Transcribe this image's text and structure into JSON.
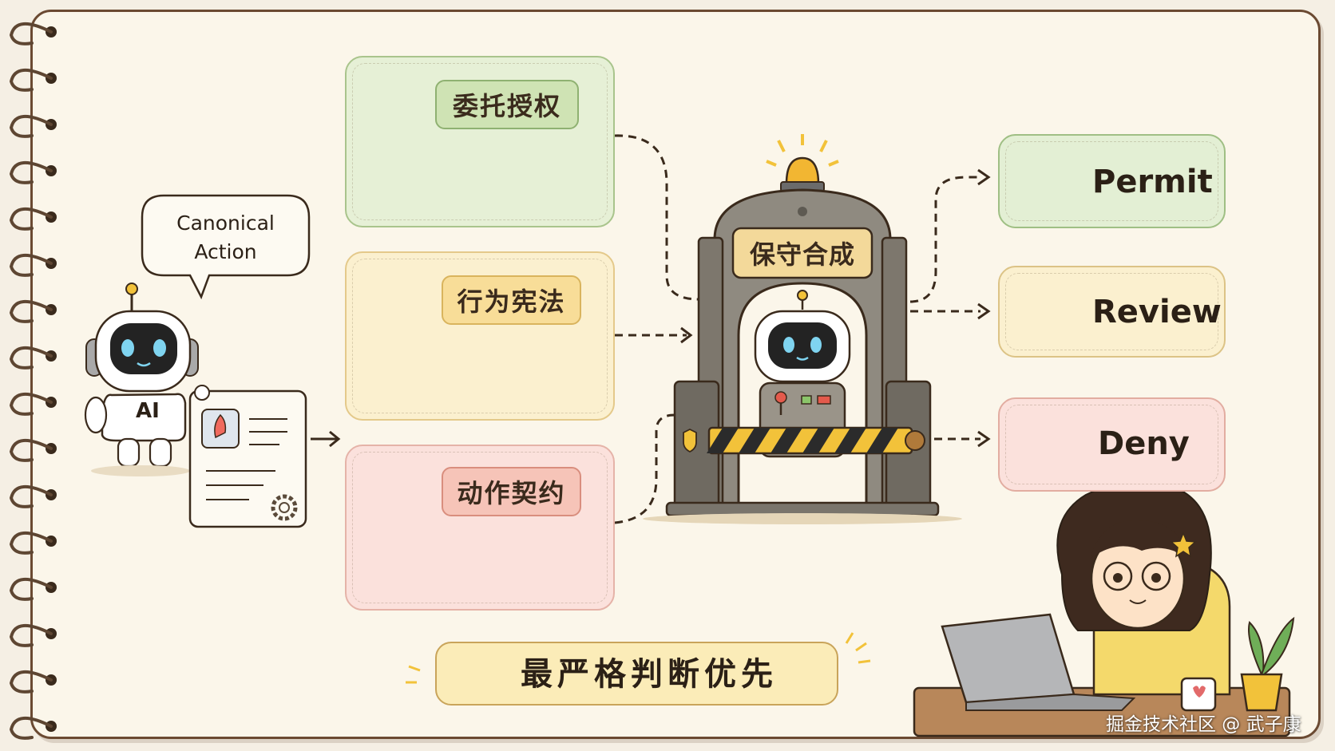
{
  "bubble": {
    "line1": "Canonical",
    "line2": "Action"
  },
  "robot": {
    "label": "AI"
  },
  "policies": [
    {
      "label": "委托授权",
      "fill": "#e6f0d6",
      "border": "#a9c48c",
      "tag_fill": "#cfe3b4",
      "tag_border": "#8fb171"
    },
    {
      "label": "行为宪法",
      "fill": "#fbf0cf",
      "border": "#e4c98a",
      "tag_fill": "#f8dd98",
      "tag_border": "#d9b45d"
    },
    {
      "label": "动作契约",
      "fill": "#fbe1dc",
      "border": "#e5b3a8",
      "tag_fill": "#f6c4b8",
      "tag_border": "#d98e7e"
    }
  ],
  "gate": {
    "sign": "保守合成"
  },
  "outcomes": [
    {
      "label": "Permit",
      "fill": "#e3efd4",
      "border": "#9fbf84",
      "icon": "shield-check-icon"
    },
    {
      "label": "Review",
      "fill": "#fbf0cf",
      "border": "#dcc386",
      "icon": "magnifier-icon"
    },
    {
      "label": "Deny",
      "fill": "#fbe1dc",
      "border": "#e2ada1",
      "icon": "x-circle-icon"
    }
  ],
  "banner": {
    "text": "最严格判断优先"
  },
  "watermark": "掘金技术社区 @ 武子康",
  "colors": {
    "ink": "#3a2a1c",
    "paper": "#fbf6ea",
    "frame": "#6b4a32",
    "accent_yellow": "#f2c23a"
  }
}
